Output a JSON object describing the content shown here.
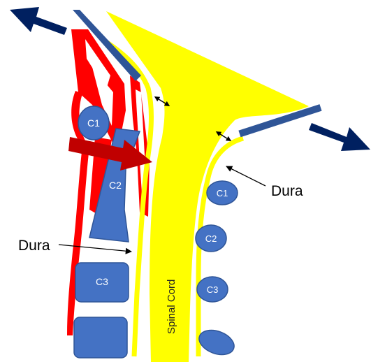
{
  "labels": {
    "spinal_cord": "Spinal Cord",
    "dura_left": "Dura",
    "dura_right": "Dura"
  },
  "vertebrae": {
    "left": {
      "c1": "C1",
      "c2": "C2",
      "c3": "C3"
    },
    "right": {
      "c1": "C1",
      "c2": "C2",
      "c3": "C3"
    }
  },
  "colors": {
    "cord": "#FFFF00",
    "muscle": "#FF0000",
    "bone": "#4472C4",
    "bone_stroke": "#2F5597",
    "dura_band": "#2F5597",
    "arrow": "#002060",
    "force_arrow": "#C00000"
  }
}
